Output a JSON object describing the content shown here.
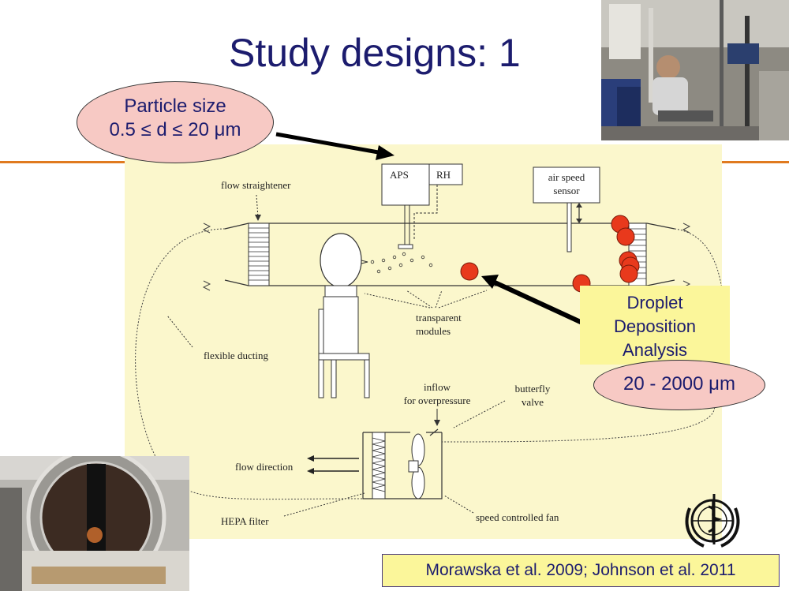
{
  "slide": {
    "title": "Study designs: 1",
    "colors": {
      "title": "#1c1c6e",
      "accent_line": "#e07a1f",
      "diagram_bg": "#fbf7cc",
      "callout_pink": "#f7c9c4",
      "highlight_yellow": "#fbf69a",
      "droplet_red": "#e8391c"
    }
  },
  "callouts": {
    "particle_size": {
      "line1": "Particle size",
      "line2": "0.5 ≤ d ≤ 20 μm"
    },
    "droplet": {
      "line1": "Droplet",
      "line2": "Deposition",
      "line3": "Analysis",
      "range": "20 - 2000 μm"
    }
  },
  "diagram": {
    "labels": {
      "aps": "APS",
      "rh": "RH",
      "air_speed_line1": "air speed",
      "air_speed_line2": "sensor",
      "flow_straightener": "flow straightener",
      "transparent_line1": "transparent",
      "transparent_line2": "modules",
      "flexible_ducting": "flexible ducting",
      "inflow_line1": "inflow",
      "inflow_line2": "for overpressure",
      "butterfly_line1": "butterfly",
      "butterfly_line2": "valve",
      "flow_direction": "flow direction",
      "hepa_filter": "HEPA filter",
      "speed_fan": "speed controlled fan"
    }
  },
  "citation": "Morawska et al. 2009; Johnson et al. 2011",
  "images": {
    "top_right_photo": "photo-subject-seated-in-wind-tunnel",
    "bottom_left_photo": "photo-wind-tunnel-fan-section",
    "logo": "who-logo-icon"
  }
}
